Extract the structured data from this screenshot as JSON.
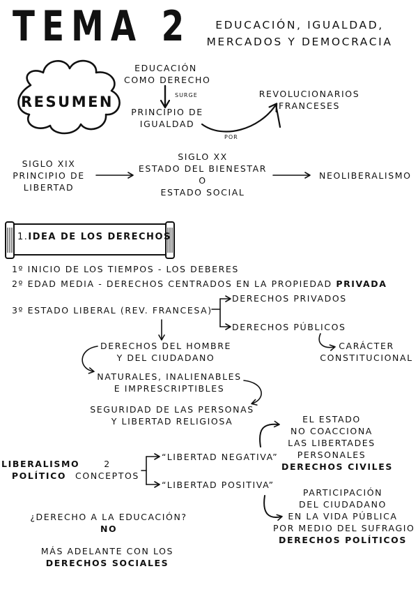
{
  "header": {
    "title": "TEMA 2",
    "subtitle_line1": "EDUCACIÓN, IGUALDAD,",
    "subtitle_line2": "MERCADOS Y DEMOCRACIA"
  },
  "resumen": {
    "badge": "RESUMEN",
    "educacion_line1": "EDUCACIÓN",
    "educacion_line2": "COMO DERECHO",
    "surge": "SURGE",
    "principio_line1": "PRINCIPIO DE",
    "principio_line2": "IGUALDAD",
    "por": "POR",
    "revolucionarios_line1": "REVOLUCIONARIOS",
    "revolucionarios_line2": "FRANCESES"
  },
  "timeline": {
    "siglo_xix_line1": "SIGLO XIX",
    "siglo_xix_line2": "PRINCIPIO DE",
    "siglo_xix_line3": "LIBERTAD",
    "siglo_xx_line1": "SIGLO XX",
    "siglo_xx_line2": "ESTADO DEL BIENESTAR",
    "siglo_xx_line3": "O",
    "siglo_xx_line4": "ESTADO SOCIAL",
    "neoliberalismo": "NEOLIBERALISMO"
  },
  "section1": {
    "number": "1.",
    "title": "IDEA DE LOS DERECHOS"
  },
  "list": {
    "item1": "1º INICIO DE LOS TIEMPOS - LOS DEBERES",
    "item2_text": "2º EDAD MEDIA - DERECHOS CENTRADOS EN LA PROPIEDAD ",
    "item2_bold": "PRIVADA",
    "item3": "3º ESTADO LIBERAL (REV. FRANCESA)"
  },
  "estado_liberal": {
    "derechos_privados": "DERECHOS PRIVADOS",
    "derechos_publicos": "DERECHOS PÚBLICOS",
    "caracter": "CARÁCTER",
    "constitucional": "CONSTITUCIONAL",
    "hombre_line1": "DERECHOS DEL HOMBRE",
    "hombre_line2": "Y DEL CIUDADANO",
    "naturales_line1": "NATURALES, INALIENABLES",
    "naturales_line2": "E IMPRESCRIPTIBLES",
    "seguridad_line1": "SEGURIDAD DE LAS PERSONAS",
    "seguridad_line2": "Y LIBERTAD RELIGIOSA"
  },
  "liberalismo": {
    "label_line1": "LIBERALISMO",
    "label_line2": "POLÍTICO",
    "conceptos_line1": "2",
    "conceptos_line2": "CONCEPTOS",
    "negativa": "“LIBERTAD NEGATIVA”",
    "positiva": "“LIBERTAD POSITIVA”",
    "estado_line1": "EL ESTADO",
    "estado_line2": "NO COACCIONA",
    "estado_line3": "LAS LIBERTADES",
    "estado_line4": "PERSONALES",
    "estado_line5": "DERECHOS CIVILES",
    "participacion_line1": "PARTICIPACIÓN",
    "participacion_line2": "DEL CIUDADANO",
    "participacion_line3": "EN LA VIDA PÚBLICA",
    "participacion_line4": "POR MEDIO DEL SUFRAGIO",
    "participacion_line5": "DERECHOS POLÍTICOS"
  },
  "footer": {
    "question": "¿DERECHO A LA EDUCACIÓN?",
    "answer": "NO",
    "adelante_line1": "MÁS ADELANTE CON LOS",
    "adelante_line2": "DERECHOS SOCIALES"
  },
  "icons": {
    "cloud": "cloud-icon",
    "banner": "scroll-banner-icon",
    "arrows": "arrow-icon"
  }
}
